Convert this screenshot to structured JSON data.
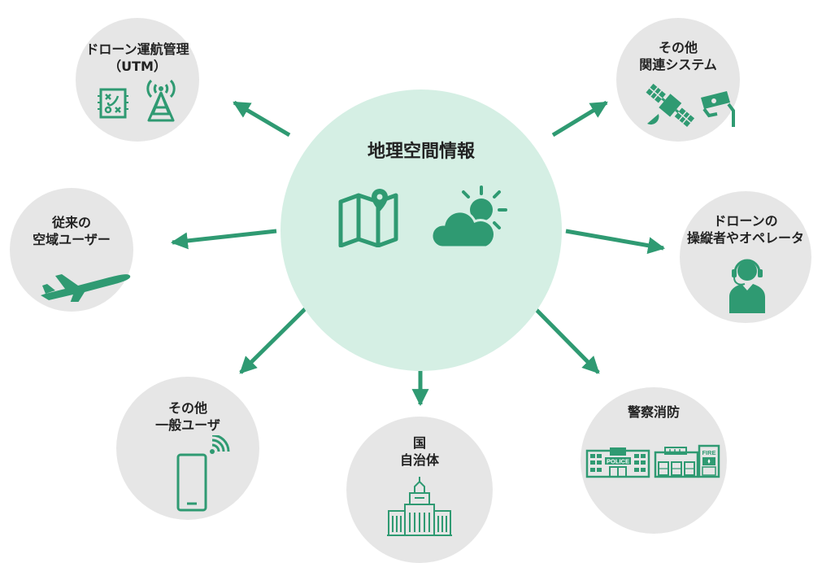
{
  "center": {
    "title": "地理空間情報",
    "icons": [
      "map-pin-icon",
      "partly-cloudy-sun-icon"
    ]
  },
  "nodes": {
    "utm": {
      "lines": [
        "ドローン運航管理",
        "（UTM）"
      ],
      "icons": [
        "flight-route-map-icon",
        "radio-tower-icon"
      ]
    },
    "other_systems": {
      "lines": [
        "その他",
        "関連システム"
      ],
      "icons": [
        "satellite-icon",
        "security-camera-icon"
      ]
    },
    "airspace_users": {
      "lines": [
        "従来の",
        "空域ユーザー"
      ],
      "icons": [
        "airplane-icon"
      ]
    },
    "drone_operators": {
      "lines": [
        "ドローンの",
        "操縦者やオペレータ"
      ],
      "icons": [
        "operator-headset-icon"
      ]
    },
    "general_users": {
      "lines": [
        "その他",
        "一般ユーザ"
      ],
      "icons": [
        "smartphone-wifi-icon"
      ]
    },
    "government": {
      "lines": [
        "国",
        "自治体"
      ],
      "icons": [
        "diet-building-icon"
      ]
    },
    "police_fire": {
      "lines": [
        "警察消防"
      ],
      "icons": [
        "police-station-icon",
        "fire-station-icon"
      ],
      "signs": [
        "POLICE",
        "FIRE"
      ]
    }
  },
  "colors": {
    "accent": "#2f9a72",
    "node_bg": "#e6e6e6",
    "center_bg": "#d5efe4"
  }
}
